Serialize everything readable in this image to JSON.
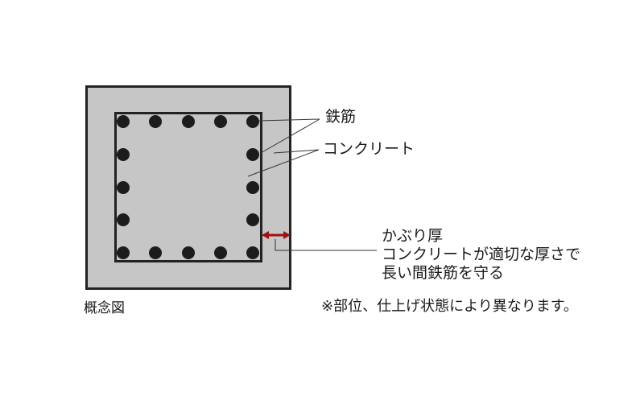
{
  "labels": {
    "rebar": "鉄筋",
    "concrete": "コンクリート",
    "cover_title": "かぶり厚",
    "cover_line1": "コンクリートが適切な厚さで",
    "cover_line2": "長い間鉄筋を守る",
    "caption": "概念図",
    "note": "※部位、仕上げ状態により異なります。"
  },
  "colors": {
    "concrete": "#c6c6c6",
    "outline": "#222222",
    "rebar": "#1c1c1c",
    "cover_arrow": "#a01010",
    "leader": "#333333"
  }
}
